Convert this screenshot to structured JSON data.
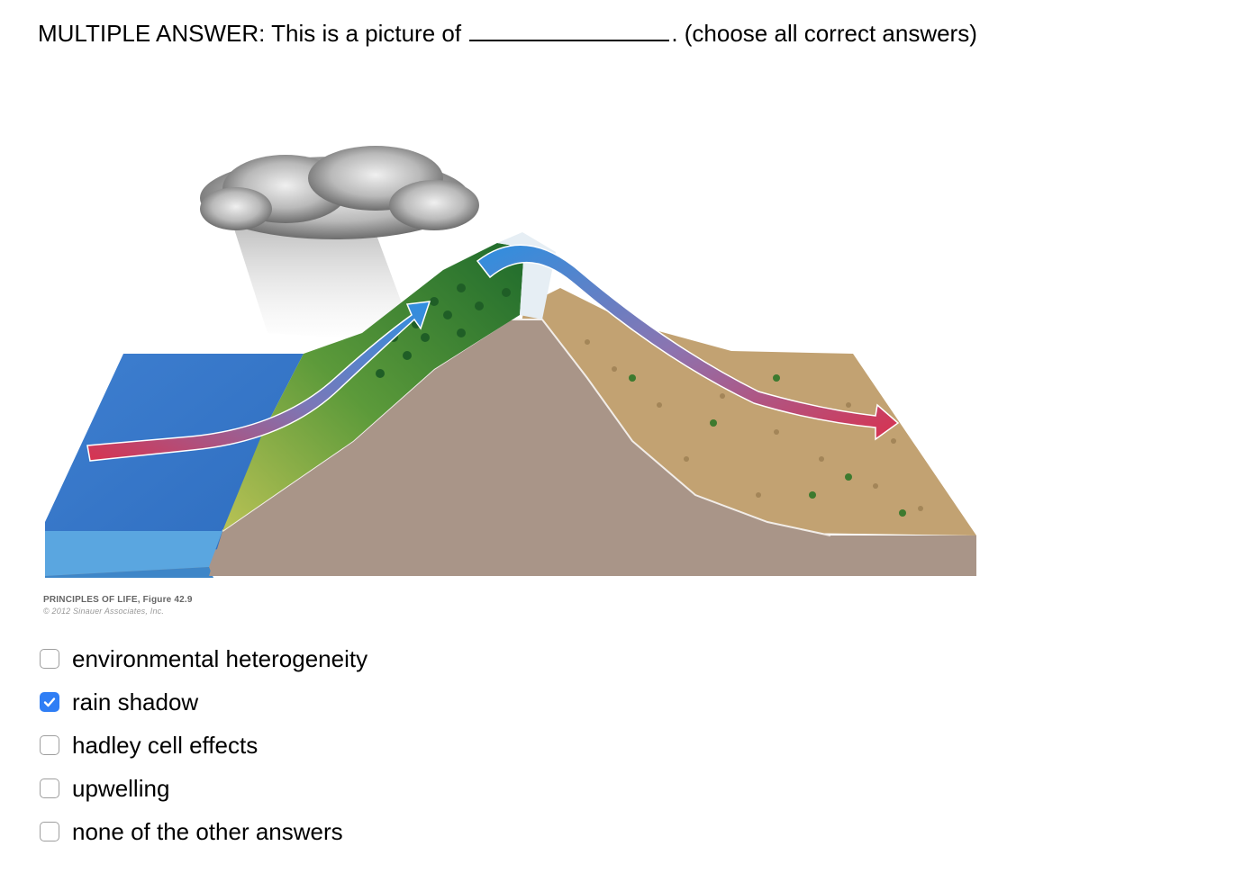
{
  "question": {
    "prefix": "MULTIPLE ANSWER: This is a picture of",
    "suffix": ". (choose all correct answers)"
  },
  "figure": {
    "caption_line1": "PRINCIPLES OF LIFE, Figure 42.9",
    "caption_line2": "© 2012 Sinauer Associates, Inc."
  },
  "options": [
    {
      "label": "environmental heterogeneity",
      "checked": false
    },
    {
      "label": "rain shadow",
      "checked": true
    },
    {
      "label": "hadley cell effects",
      "checked": false
    },
    {
      "label": "upwelling",
      "checked": false
    },
    {
      "label": "none of the other answers",
      "checked": false
    }
  ],
  "colors": {
    "checkbox_checked": "#2f7ef5",
    "checkbox_border": "#9e9e9e"
  }
}
